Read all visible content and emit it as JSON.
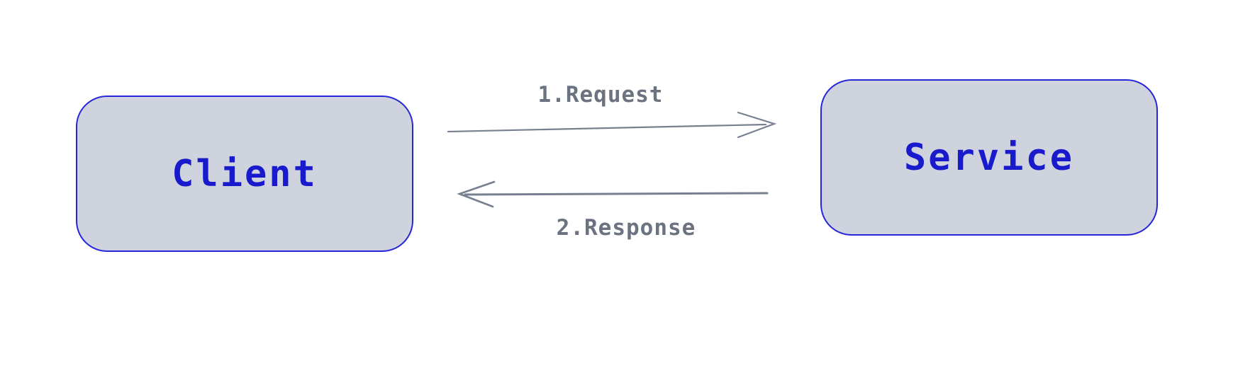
{
  "diagram": {
    "type": "flow",
    "nodes": [
      {
        "id": "client",
        "label": "Client",
        "shape": "rounded-rectangle"
      },
      {
        "id": "service",
        "label": "Service",
        "shape": "rounded-rectangle"
      }
    ],
    "edges": [
      {
        "id": "request",
        "label": "1.Request",
        "from": "Client",
        "to": "Service",
        "direction": "right",
        "arrowhead": "open"
      },
      {
        "id": "response",
        "label": "2.Response",
        "from": "Service",
        "to": "Client",
        "direction": "left",
        "arrowhead": "open"
      }
    ]
  },
  "colors": {
    "background": "#ffffff",
    "node_fill": "#ced3dd",
    "node_border": "#2626d8",
    "node_text": "#1a1acd",
    "arrow": "#76808f",
    "edge_label": "#6b7280"
  }
}
